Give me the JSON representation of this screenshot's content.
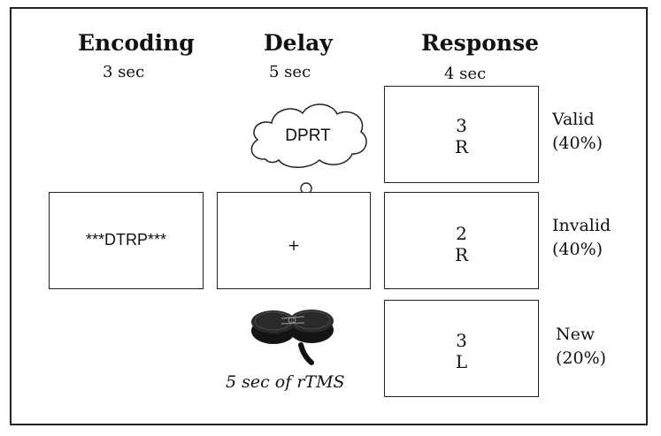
{
  "columns": {
    "encoding": {
      "title": "Encoding",
      "duration": "3 sec"
    },
    "delay": {
      "title": "Delay",
      "duration": "5 sec"
    },
    "response": {
      "title": "Response",
      "duration": "4 sec"
    }
  },
  "encoding_stimulus": "***DTRP***",
  "delay": {
    "thought": "DPRT",
    "fixation": "+",
    "tms_caption": "5 sec of rTMS",
    "coil_icon": "tms-coil-icon"
  },
  "responses": [
    {
      "number": "3",
      "letter": "R",
      "condition": "Valid",
      "percent": "(40%)"
    },
    {
      "number": "2",
      "letter": "R",
      "condition": "Invalid",
      "percent": "(40%)"
    },
    {
      "number": "3",
      "letter": "L",
      "condition": "New",
      "percent": "(20%)"
    }
  ],
  "colors": {
    "line": "#222222",
    "coil": "#1b1b1b"
  }
}
